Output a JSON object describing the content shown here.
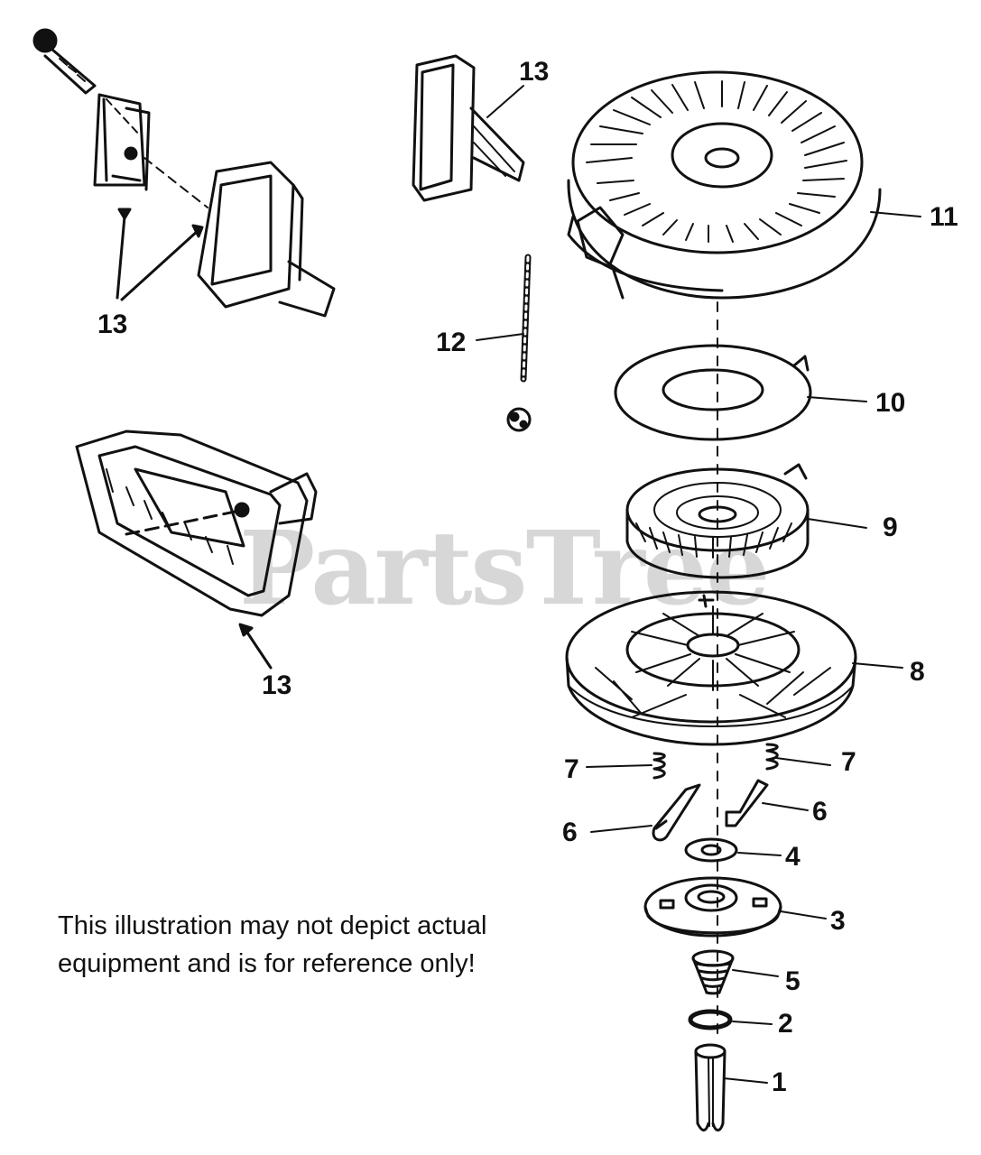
{
  "watermark": "PartsTree",
  "note_lines": [
    "This illustration may not depict actual",
    "equipment and is for reference only!"
  ],
  "parts": [
    {
      "id": "13",
      "item": "handle-bracket"
    },
    {
      "id": "13",
      "item": "handle-grip"
    },
    {
      "id": "13",
      "item": "handle-pad"
    },
    {
      "id": "12",
      "item": "rope"
    },
    {
      "id": "11",
      "item": "housing"
    },
    {
      "id": "10",
      "item": "plate"
    },
    {
      "id": "9",
      "item": "spring"
    },
    {
      "id": "8",
      "item": "pulley"
    },
    {
      "id": "7",
      "item": "spring-left"
    },
    {
      "id": "7",
      "item": "spring-right"
    },
    {
      "id": "6",
      "item": "pawl-left"
    },
    {
      "id": "6",
      "item": "pawl-right"
    },
    {
      "id": "4",
      "item": "washer"
    },
    {
      "id": "3",
      "item": "retainer"
    },
    {
      "id": "5",
      "item": "spring-cone"
    },
    {
      "id": "2",
      "item": "washer-small"
    },
    {
      "id": "1",
      "item": "pin"
    }
  ]
}
